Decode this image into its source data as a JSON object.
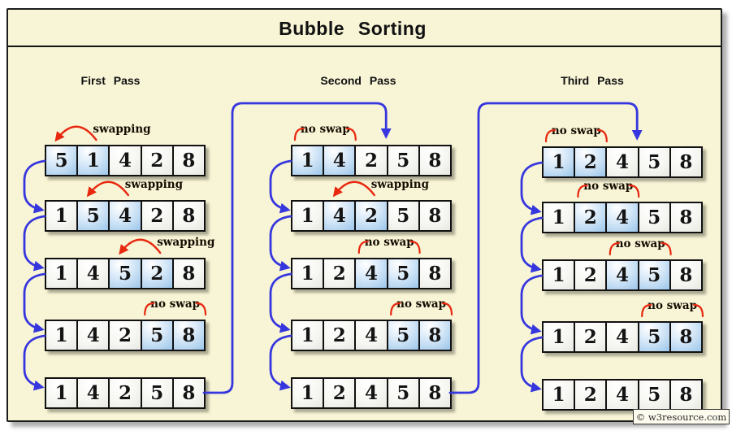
{
  "title": "Bubble Sorting",
  "watermark": "© w3resource.com",
  "colors": {
    "background_cream": "#F8F4D6",
    "frame_border": "#1C1C1C",
    "cell_highlight_blue": "#9CC6EA",
    "flow_arrow_blue": "#3636DE",
    "swap_arrow_red": "#E8290F",
    "annotation_text": "#150C00"
  },
  "passes": [
    {
      "label": "First Pass",
      "rows": [
        {
          "values": [
            5,
            1,
            4,
            2,
            8
          ],
          "highlight": [
            0,
            1
          ],
          "annotation": "swapping",
          "annotation_type": "swap",
          "cells": [
            0,
            1
          ]
        },
        {
          "values": [
            1,
            5,
            4,
            2,
            8
          ],
          "highlight": [
            1,
            2
          ],
          "annotation": "swapping",
          "annotation_type": "swap",
          "cells": [
            1,
            2
          ]
        },
        {
          "values": [
            1,
            4,
            5,
            2,
            8
          ],
          "highlight": [
            2,
            3
          ],
          "annotation": "swapping",
          "annotation_type": "swap",
          "cells": [
            2,
            3
          ]
        },
        {
          "values": [
            1,
            4,
            2,
            5,
            8
          ],
          "highlight": [
            3,
            4
          ],
          "annotation": "no swap",
          "annotation_type": "no_swap",
          "cells": [
            3,
            4
          ]
        },
        {
          "values": [
            1,
            4,
            2,
            5,
            8
          ],
          "highlight": [],
          "annotation": "",
          "annotation_type": "none",
          "cells": []
        }
      ]
    },
    {
      "label": "Second Pass",
      "rows": [
        {
          "values": [
            1,
            4,
            2,
            5,
            8
          ],
          "highlight": [
            0,
            1
          ],
          "annotation": "no swap",
          "annotation_type": "no_swap",
          "cells": [
            0,
            1
          ]
        },
        {
          "values": [
            1,
            4,
            2,
            5,
            8
          ],
          "highlight": [
            1,
            2
          ],
          "annotation": "swapping",
          "annotation_type": "swap",
          "cells": [
            1,
            2
          ]
        },
        {
          "values": [
            1,
            2,
            4,
            5,
            8
          ],
          "highlight": [
            2,
            3
          ],
          "annotation": "no swap",
          "annotation_type": "no_swap",
          "cells": [
            2,
            3
          ]
        },
        {
          "values": [
            1,
            2,
            4,
            5,
            8
          ],
          "highlight": [
            3,
            4
          ],
          "annotation": "no swap",
          "annotation_type": "no_swap",
          "cells": [
            3,
            4
          ]
        },
        {
          "values": [
            1,
            2,
            4,
            5,
            8
          ],
          "highlight": [],
          "annotation": "",
          "annotation_type": "none",
          "cells": []
        }
      ]
    },
    {
      "label": "Third Pass",
      "rows": [
        {
          "values": [
            1,
            2,
            4,
            5,
            8
          ],
          "highlight": [
            0,
            1
          ],
          "annotation": "no swap",
          "annotation_type": "no_swap",
          "cells": [
            0,
            1
          ]
        },
        {
          "values": [
            1,
            2,
            4,
            5,
            8
          ],
          "highlight": [
            1,
            2
          ],
          "annotation": "no swap",
          "annotation_type": "no_swap",
          "cells": [
            1,
            2
          ]
        },
        {
          "values": [
            1,
            2,
            4,
            5,
            8
          ],
          "highlight": [
            2,
            3
          ],
          "annotation": "no swap",
          "annotation_type": "no_swap",
          "cells": [
            2,
            3
          ]
        },
        {
          "values": [
            1,
            2,
            4,
            5,
            8
          ],
          "highlight": [
            3,
            4
          ],
          "annotation": "no swap",
          "annotation_type": "no_swap",
          "cells": [
            3,
            4
          ]
        },
        {
          "values": [
            1,
            2,
            4,
            5,
            8
          ],
          "highlight": [],
          "annotation": "",
          "annotation_type": "none",
          "cells": []
        }
      ]
    }
  ]
}
